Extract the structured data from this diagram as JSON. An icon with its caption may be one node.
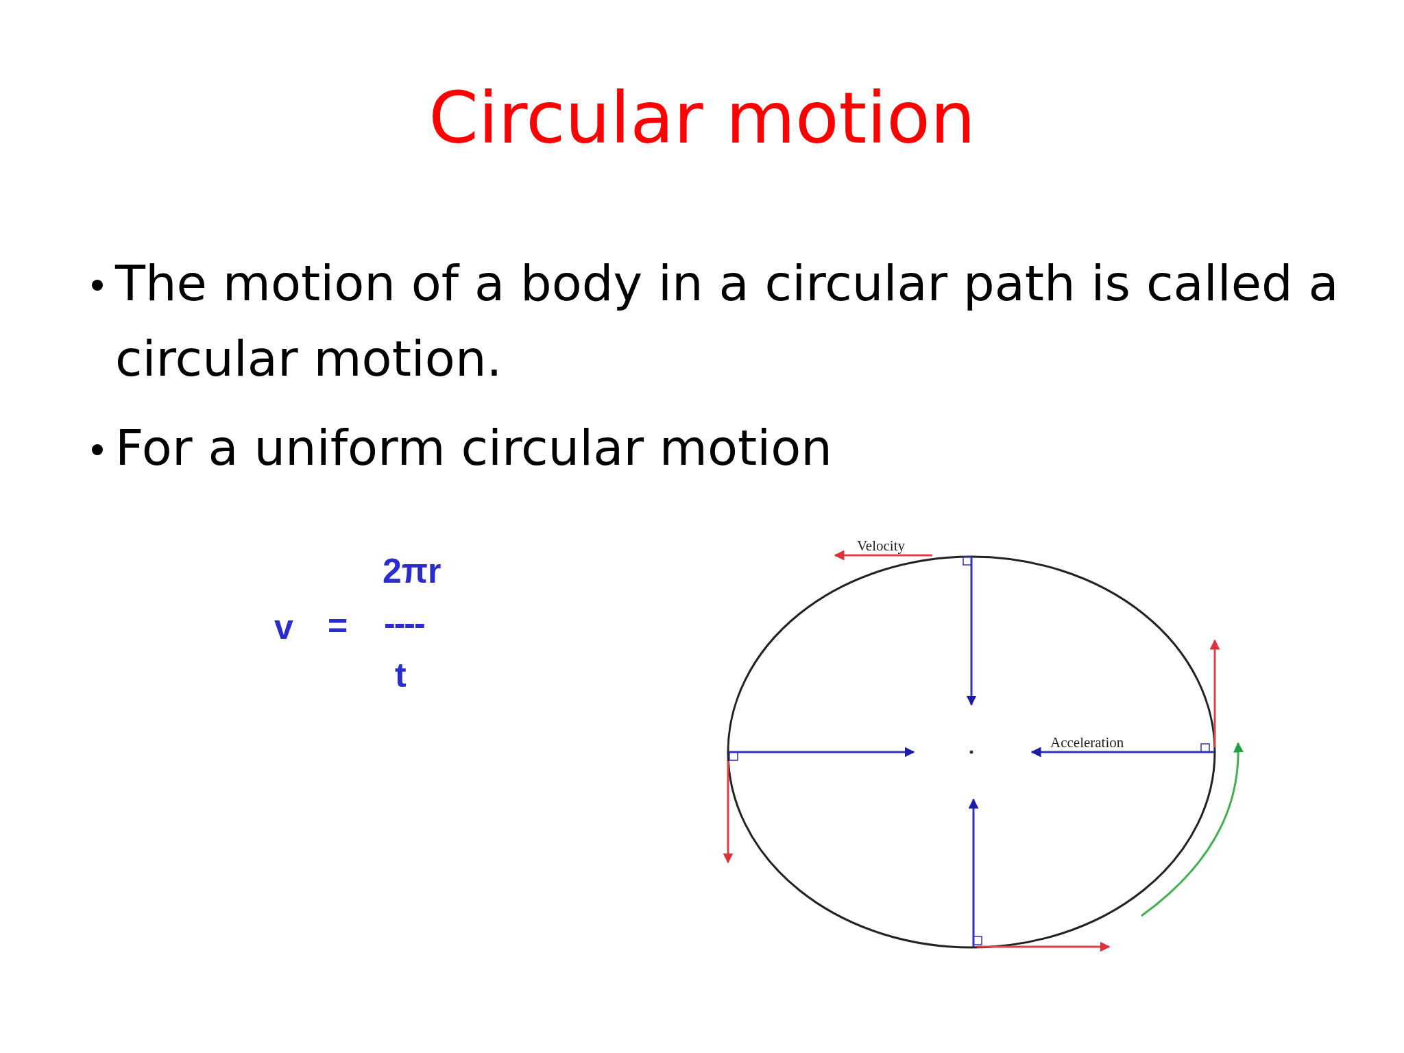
{
  "diagram": {
    "title": "Circular motion",
    "labels": [
      "The motion of a body in a circular path is called a circular motion.",
      "For a uniform circular motion",
      "2πr",
      "v",
      "=",
      "----",
      "t",
      "Velocity",
      "Acceleration"
    ]
  }
}
